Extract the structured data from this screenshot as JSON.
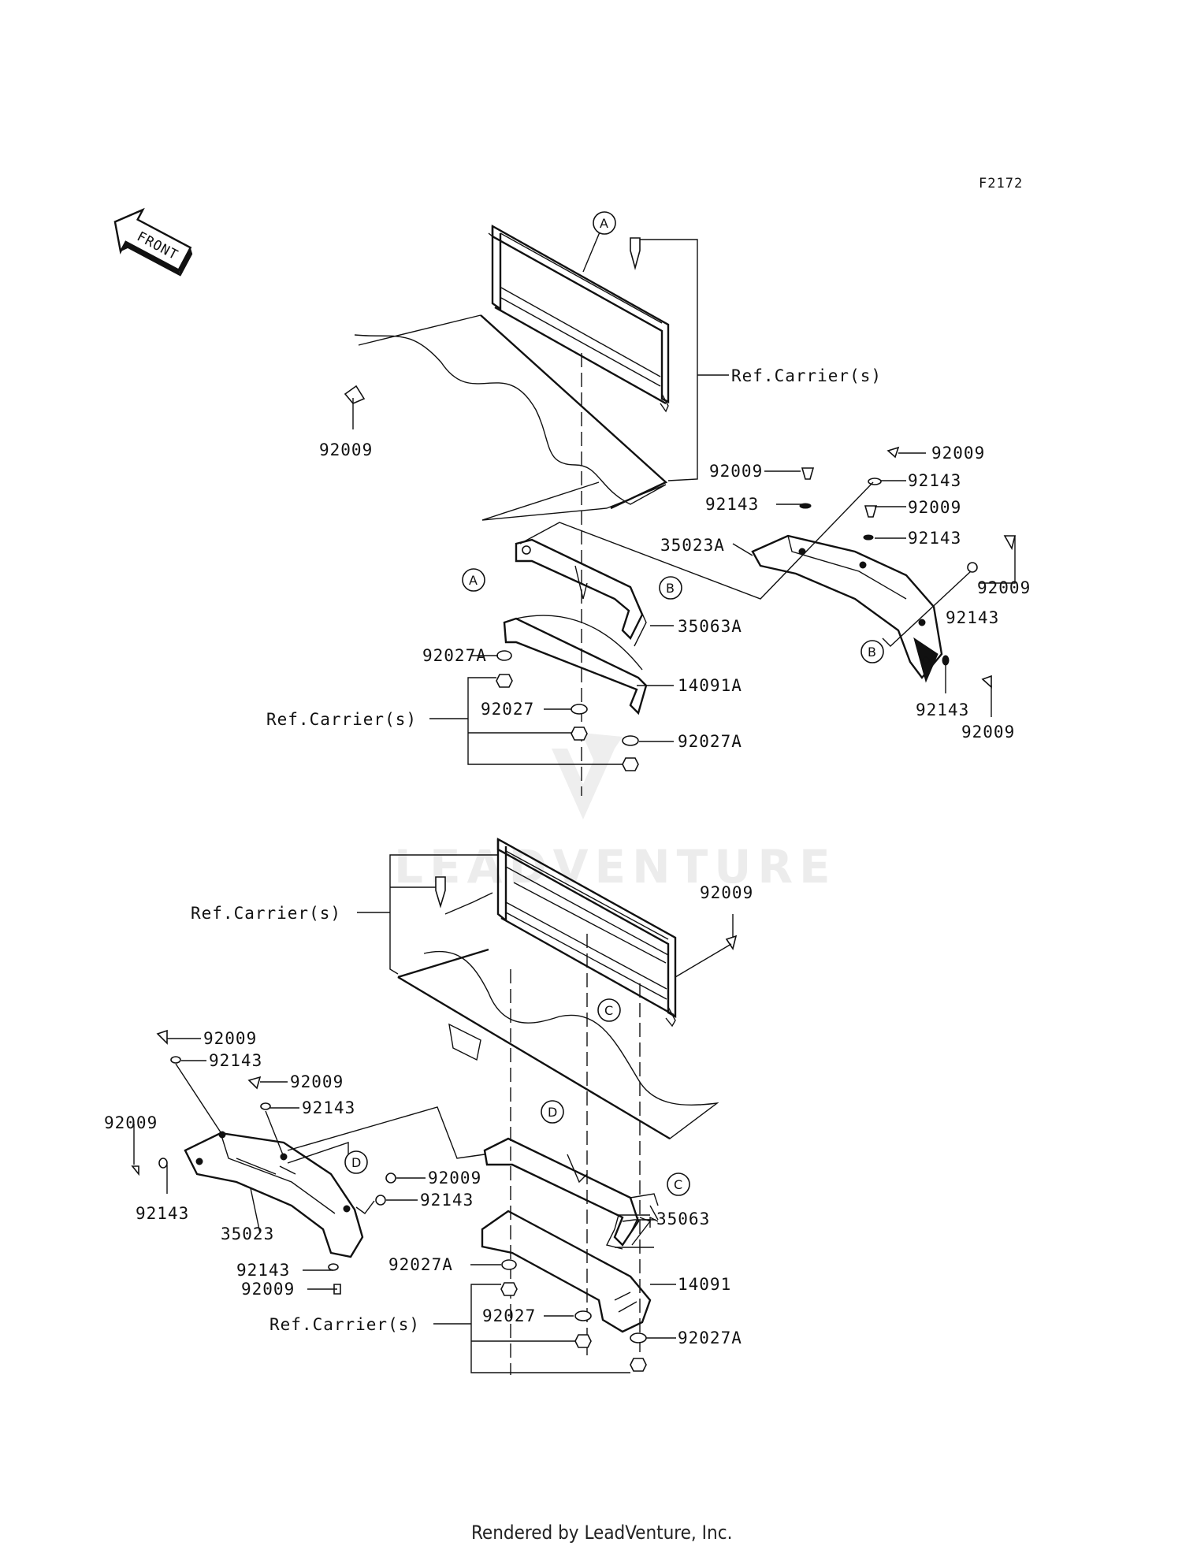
{
  "figure_code": "F2172",
  "front_badge": "FRONT",
  "footer": "Rendered by LeadVenture, Inc.",
  "watermark": "LEADVENTURE",
  "upper": {
    "callouts": [
      "A",
      "A",
      "B",
      "B"
    ],
    "labels": {
      "ref_carrier_top": "Ref.Carrier(s)",
      "ref_carrier_bottom": "Ref.Carrier(s)",
      "bolt_left": "92009",
      "guard_bolt_1": "92009",
      "guard_bolt_2": "92009",
      "guard_bolt_3": "92009",
      "guard_bolt_4": "92009",
      "guard_bolt_5": "92009",
      "washer_1": "92143",
      "washer_2": "92143",
      "washer_3": "92143",
      "washer_4": "92143",
      "washer_5": "92143",
      "guard": "35023A",
      "bracket": "35063A",
      "plate": "14091A",
      "nut_a_1": "92027A",
      "nut": "92027",
      "nut_a_2": "92027A"
    }
  },
  "lower": {
    "callouts": [
      "C",
      "C",
      "D",
      "D"
    ],
    "labels": {
      "ref_carrier_top": "Ref.Carrier(s)",
      "ref_carrier_bottom": "Ref.Carrier(s)",
      "bolt_right": "92009",
      "guard_bolt_1": "92009",
      "guard_bolt_2": "92009",
      "guard_bolt_3": "92009",
      "guard_bolt_4": "92009",
      "guard_bolt_5": "92009",
      "washer_1": "92143",
      "washer_2": "92143",
      "washer_3": "92143",
      "washer_4": "92143",
      "washer_5": "92143",
      "guard": "35023",
      "bracket": "35063",
      "plate": "14091",
      "nut_a_1": "92027A",
      "nut": "92027",
      "nut_a_2": "92027A"
    }
  }
}
